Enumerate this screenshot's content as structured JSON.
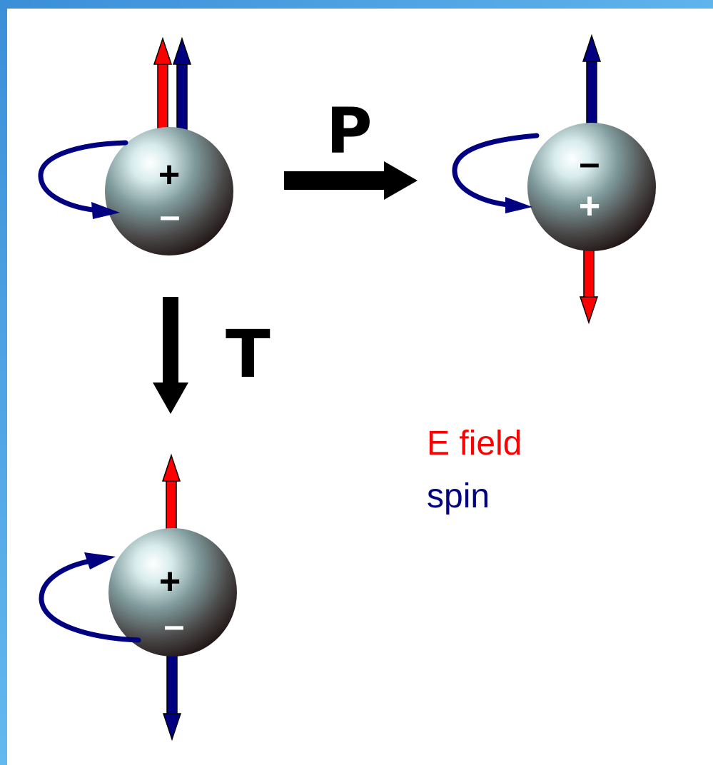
{
  "colors": {
    "e_field": "#ff0000",
    "spin": "#000080",
    "operator_arrow": "#000000",
    "frame": "#4aa3e3"
  },
  "operators": {
    "parity": "P",
    "time_reversal": "T"
  },
  "legend": {
    "e_field_label": "E field",
    "spin_label": "spin"
  },
  "particles": {
    "original": {
      "top_sign": "+",
      "bottom_sign": "–",
      "e_field": "up",
      "spin": "up",
      "rotation": "counter-clockwise"
    },
    "parity": {
      "top_sign": "–",
      "bottom_sign": "+",
      "e_field": "down",
      "spin": "up",
      "rotation": "counter-clockwise"
    },
    "time_reversed": {
      "top_sign": "+",
      "bottom_sign": "–",
      "e_field": "up",
      "spin": "down",
      "rotation": "clockwise"
    }
  }
}
